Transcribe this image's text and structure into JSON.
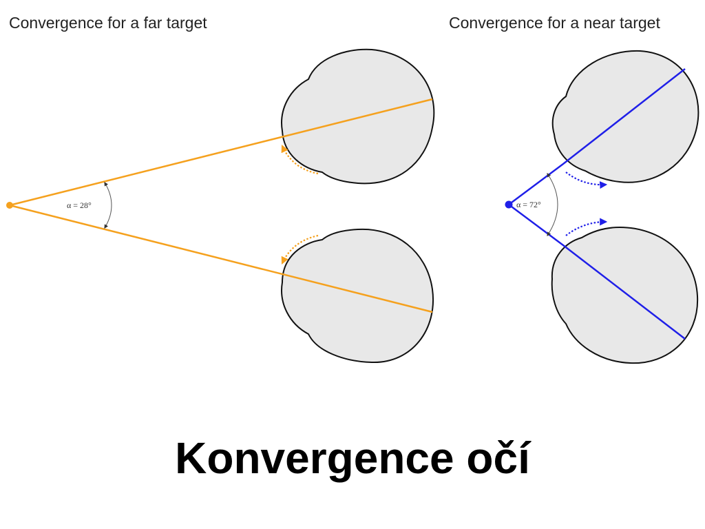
{
  "panels": {
    "far": {
      "title": "Convergence for a far target",
      "angle_label": "α = 28°"
    },
    "near": {
      "title": "Convergence for a near target",
      "angle_label": "α = 72°"
    }
  },
  "slide_title": "Konvergence očí",
  "colors": {
    "far_line": "#f5a11e",
    "near_line": "#1f1fe8",
    "eye_fill": "#e8e8e8",
    "eye_stroke": "#111111",
    "angle_arc": "#555555"
  }
}
